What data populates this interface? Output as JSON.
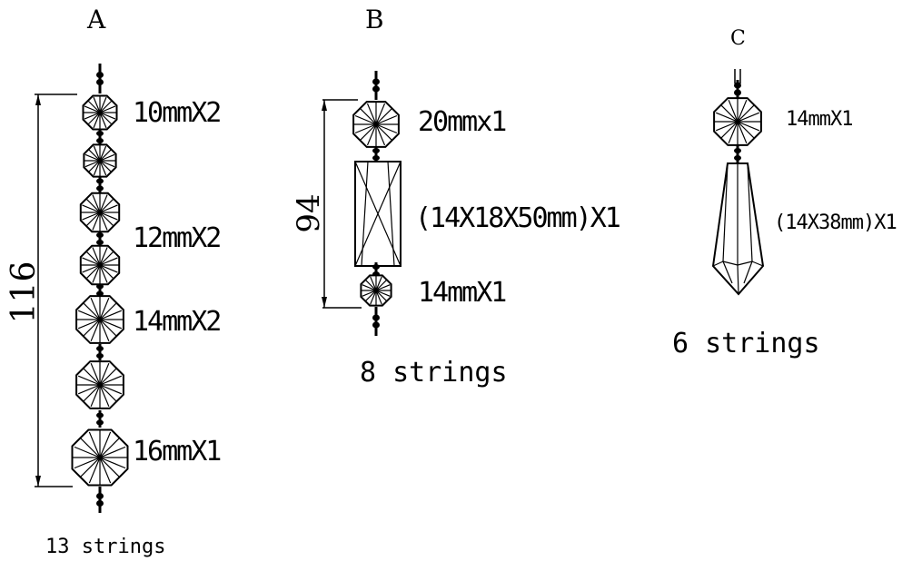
{
  "diagram": {
    "strand_a": {
      "title": "A",
      "dimension": "116",
      "labels": [
        "10mmX2",
        "12mmX2",
        "14mmX2",
        "16mmX1"
      ],
      "count": "13 strings"
    },
    "strand_b": {
      "title": "B",
      "dimension": "94",
      "labels": [
        "20mmx1",
        "(14X18X50mm)X1",
        "14mmX1"
      ],
      "count": "8 strings"
    },
    "strand_c": {
      "title": "C",
      "labels": [
        "14mmX1",
        "(14X38mm)X1"
      ],
      "count": "6 strings"
    }
  }
}
